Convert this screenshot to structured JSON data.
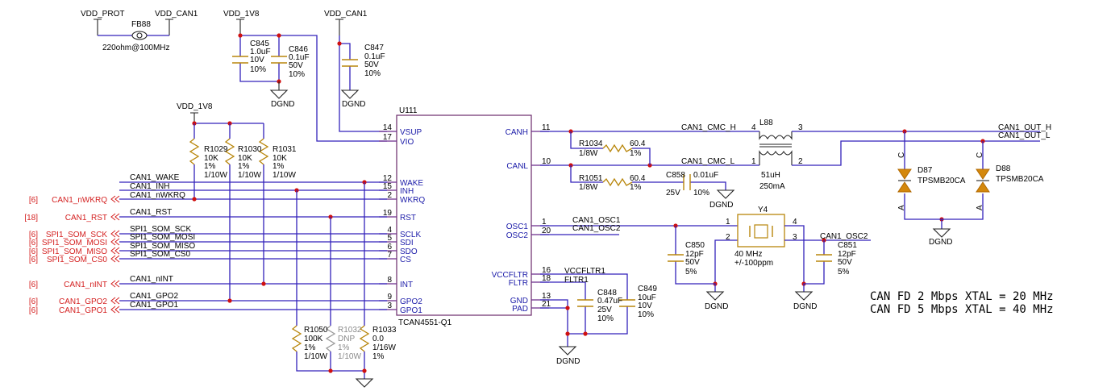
{
  "power": {
    "vdd_prot": "VDD_PROT",
    "vdd_can1_a": "VDD_CAN1",
    "vdd_1v8_a": "VDD_1V8",
    "vdd_can1_b": "VDD_CAN1",
    "vdd_1v8_b": "VDD_1V8"
  },
  "ferrite": {
    "ref": "FB88",
    "value": "220ohm@100MHz"
  },
  "caps": {
    "c845": {
      "ref": "C845",
      "v1": "1.0uF",
      "v2": "10V",
      "v3": "10%"
    },
    "c846": {
      "ref": "C846",
      "v1": "0.1uF",
      "v2": "50V",
      "v3": "10%"
    },
    "c847": {
      "ref": "C847",
      "v1": "0.1uF",
      "v2": "50V",
      "v3": "10%"
    },
    "c858": {
      "ref": "C858",
      "v1": "0.01uF",
      "v2": "25V",
      "v3": "10%"
    },
    "c850": {
      "ref": "C850",
      "v1": "12pF",
      "v2": "50V",
      "v3": "5%"
    },
    "c851": {
      "ref": "C851",
      "v1": "12pF",
      "v2": "50V",
      "v3": "5%"
    },
    "c848": {
      "ref": "C848",
      "v1": "0.47uF",
      "v2": "25V",
      "v3": "10%"
    },
    "c849": {
      "ref": "C849",
      "v1": "10uF",
      "v2": "10V",
      "v3": "10%"
    }
  },
  "grounds": {
    "g1": "DGND",
    "g2": "DGND",
    "g3": "DGND",
    "g4": "DGND",
    "g5": "DGND",
    "g6": "DGND",
    "g7": "DGND"
  },
  "resistors": {
    "r1029": {
      "ref": "R1029",
      "v1": "10K",
      "v2": "1%",
      "v3": "1/10W"
    },
    "r1030": {
      "ref": "R1030",
      "v1": "10K",
      "v2": "1%",
      "v3": "1/10W"
    },
    "r1031": {
      "ref": "R1031",
      "v1": "10K",
      "v2": "1%",
      "v3": "1/10W"
    },
    "r1034": {
      "ref": "R1034",
      "v1": "60.4",
      "v2": "1/8W",
      "v3": "1%"
    },
    "r1051": {
      "ref": "R1051",
      "v1": "60.4",
      "v2": "1/8W",
      "v3": "1%"
    },
    "r1050": {
      "ref": "R1050",
      "v1": "100K",
      "v2": "1%",
      "v3": "1/10W"
    },
    "r1032": {
      "ref": "R1032",
      "v1": "DNP",
      "v2": "1%",
      "v3": "1/10W"
    },
    "r1033": {
      "ref": "R1033",
      "v1": "0.0",
      "v2": "1/16W",
      "v3": "1%"
    }
  },
  "ic": {
    "ref": "U111",
    "part": "TCAN4551-Q1",
    "left_pins": [
      {
        "num": "14",
        "name": "VSUP"
      },
      {
        "num": "17",
        "name": "VIO"
      },
      {
        "num": "12",
        "name": "WAKE"
      },
      {
        "num": "15",
        "name": "INH"
      },
      {
        "num": "2",
        "name": "WKRQ"
      },
      {
        "num": "19",
        "name": "RST"
      },
      {
        "num": "4",
        "name": "SCLK"
      },
      {
        "num": "5",
        "name": "SDI"
      },
      {
        "num": "6",
        "name": "SDO"
      },
      {
        "num": "7",
        "name": "CS"
      },
      {
        "num": "8",
        "name": "INT"
      },
      {
        "num": "9",
        "name": "GPO2"
      },
      {
        "num": "3",
        "name": "GPO1"
      }
    ],
    "right_pins": [
      {
        "num": "11",
        "name": "CANH"
      },
      {
        "num": "10",
        "name": "CANL"
      },
      {
        "num": "1",
        "name": "OSC1"
      },
      {
        "num": "20",
        "name": "OSC2"
      },
      {
        "num": "16",
        "name": "VCCFLTR"
      },
      {
        "num": "18",
        "name": "FLTR"
      },
      {
        "num": "13",
        "name": "GND"
      },
      {
        "num": "21",
        "name": "PAD"
      }
    ]
  },
  "nets": {
    "can1_wake": "CAN1_WAKE",
    "can1_inh": "CAN1_INH",
    "can1_nwkrq": "CAN1_nWKRQ",
    "can1_rst": "CAN1_RST",
    "spi_sck": "SPI1_SOM_SCK",
    "spi_mosi": "SPI1_SOM_MOSI",
    "spi_miso": "SPI1_SOM_MISO",
    "spi_cs0": "SPI1_SOM_CS0",
    "can1_nint": "CAN1_nINT",
    "can1_gpo2": "CAN1_GPO2",
    "can1_gpo1": "CAN1_GPO1",
    "cmc_h": "CAN1_CMC_H",
    "cmc_l": "CAN1_CMC_L",
    "out_h": "CAN1_OUT_H",
    "out_l": "CAN1_OUT_L",
    "osc1": "CAN1_OSC1",
    "osc2_a": "CAN1_OSC2",
    "osc2_b": "CAN1_OSC2",
    "vccfltr": "VCCFLTR1",
    "fltr": "FLTR1"
  },
  "offpage": [
    {
      "sheet": "[6]",
      "name": "CAN1_nWKRQ"
    },
    {
      "sheet": "[18]",
      "name": "CAN1_RST"
    },
    {
      "sheet": "[6]",
      "name": "SPI1_SOM_SCK"
    },
    {
      "sheet": "[6]",
      "name": "SPI1_SOM_MOSI"
    },
    {
      "sheet": "[6]",
      "name": "SPI1_SOM_MISO"
    },
    {
      "sheet": "[6]",
      "name": "SPI1_SOM_CS0"
    },
    {
      "sheet": "[6]",
      "name": "CAN1_nINT"
    },
    {
      "sheet": "[6]",
      "name": "CAN1_GPO2"
    },
    {
      "sheet": "[6]",
      "name": "CAN1_GPO1"
    }
  ],
  "choke": {
    "ref": "L88",
    "value": "51uH",
    "current": "250mA",
    "p1": "1",
    "p2": "2",
    "p3": "3",
    "p4": "4"
  },
  "crystal": {
    "ref": "Y4",
    "freq": "40 MHz",
    "tol": "+/-100ppm",
    "p1": "1",
    "p2": "2",
    "p3": "3",
    "p4": "4"
  },
  "diodes": {
    "d87": {
      "ref": "D87",
      "part": "TPSMB20CA",
      "c": "C",
      "a": "A"
    },
    "d88": {
      "ref": "D88",
      "part": "TPSMB20CA",
      "c": "C",
      "a": "A"
    }
  },
  "notes": {
    "line1": "CAN FD 2 Mbps XTAL = 20 MHz",
    "line2": "CAN FD 5 Mbps XTAL = 40 MHz"
  }
}
